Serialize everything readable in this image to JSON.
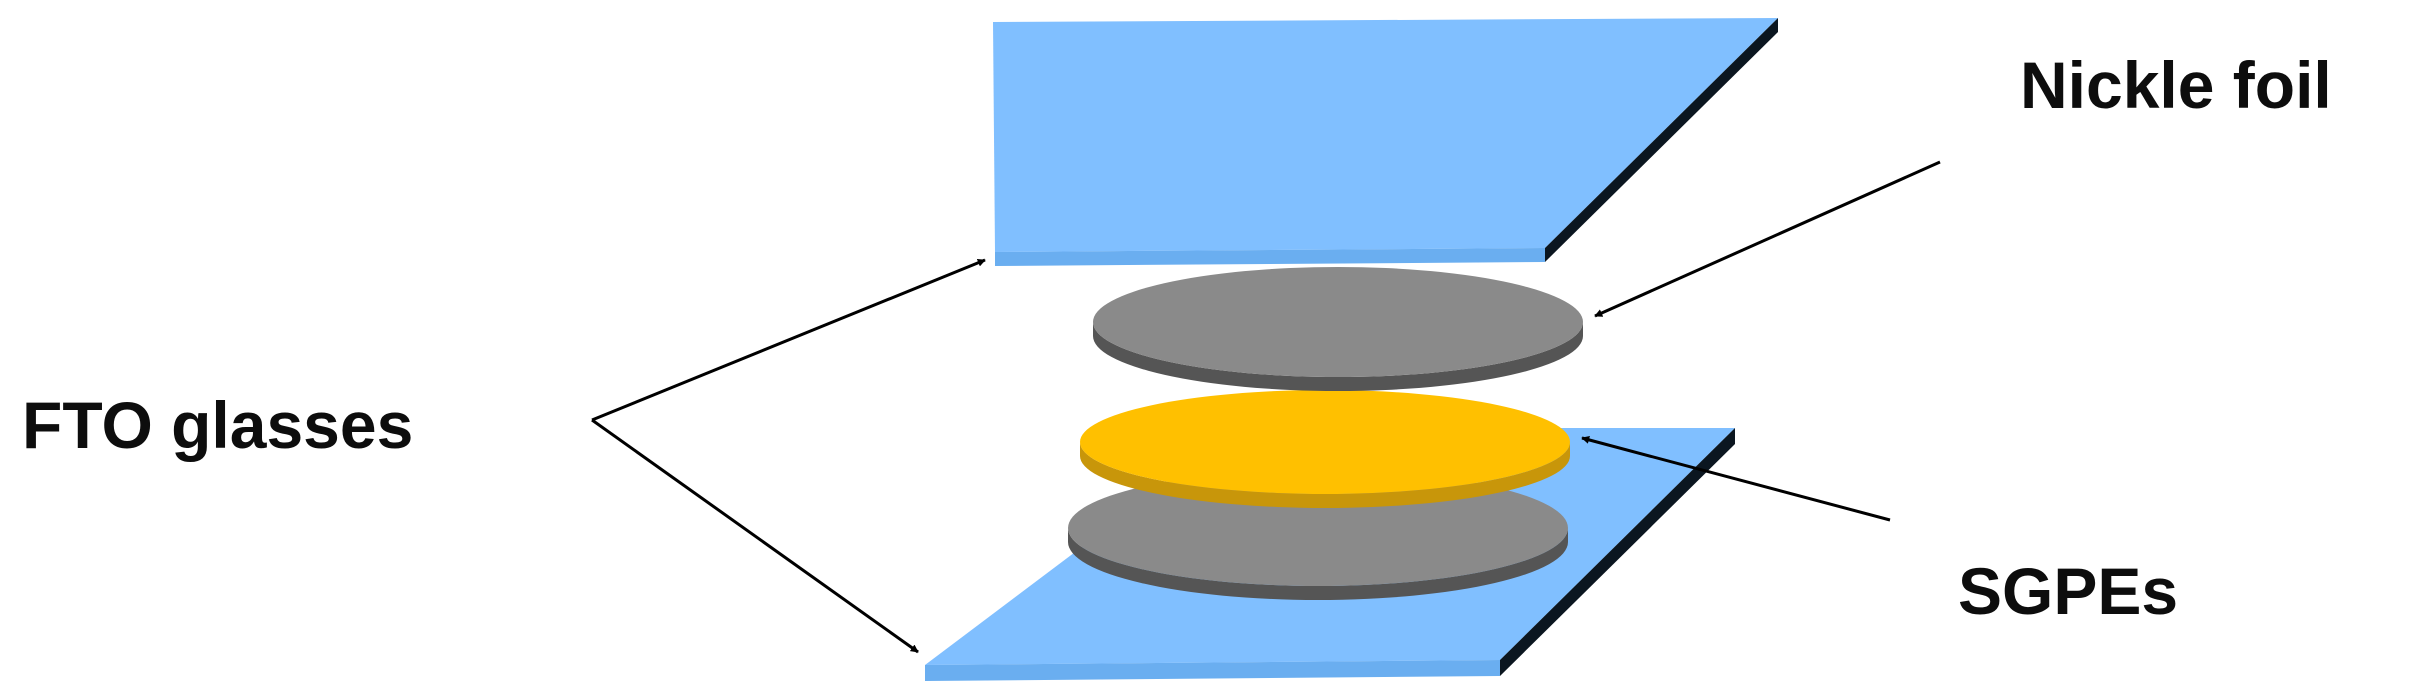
{
  "labels": {
    "nickle_foil": "Nickle foil",
    "fto_glasses": "FTO glasses",
    "sgpes": "SGPEs"
  },
  "colors": {
    "glass_top_face": "#80bfff",
    "glass_front_edge": "#6aaef0",
    "glass_side_edge": "#0b1620",
    "foil_top": "#8a8a8a",
    "foil_rim": "#555555",
    "electrolyte_top": "#ffc000",
    "electrolyte_rim": "#c8960a",
    "arrow": "#000000",
    "text": "#0d0d0d"
  },
  "components": [
    {
      "name": "FTO glass (top)",
      "shape": "plate"
    },
    {
      "name": "Nickel foil (top)",
      "shape": "disc"
    },
    {
      "name": "SGPE electrolyte",
      "shape": "disc"
    },
    {
      "name": "Nickel foil (bottom)",
      "shape": "disc"
    },
    {
      "name": "FTO glass (bottom)",
      "shape": "plate"
    }
  ]
}
